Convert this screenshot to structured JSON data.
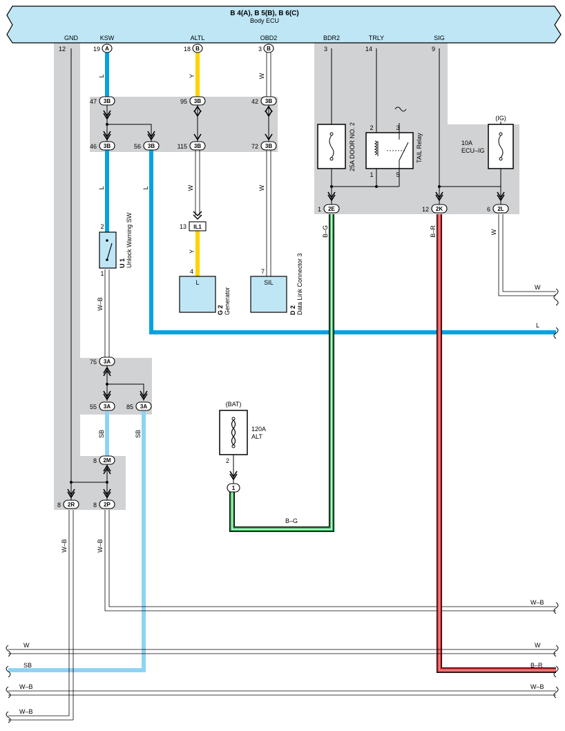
{
  "ecu": {
    "title": "B 4(A), B 5(B), B 6(C)",
    "subtitle": "Body ECU",
    "terminals": [
      "GND",
      "KSW",
      "ALTL",
      "OBD2",
      "BDR2",
      "TRLY",
      "SIG"
    ]
  },
  "pins": {
    "gnd_12": "12",
    "ksw_19": "19",
    "altl_18": "18",
    "obd2_3": "3",
    "bdr2_3": "3",
    "trly_14": "14",
    "sig_9": "9",
    "j3b_47": "47",
    "j3b_95": "95",
    "j3b_42": "42",
    "j3b_46": "46",
    "j3b_56": "56",
    "j3b_115": "115",
    "j3b_72": "72",
    "il1_13": "13",
    "gen_4": "4",
    "dlc_7": "7",
    "u1_2": "2",
    "u1_1": "1",
    "j3a_75": "75",
    "j3a_55": "55",
    "j3a_85": "85",
    "j2m_8": "8",
    "j2r_8": "8",
    "j2p_8": "8",
    "relay_2": "2",
    "relay_3": "3",
    "relay_1": "1",
    "relay_5": "5",
    "j2e_1": "1",
    "j2k_12": "12",
    "j2l_6": "6",
    "alt_2": "2"
  },
  "connectors": {
    "A": "A",
    "B": "B",
    "c3B": "3B",
    "c3A": "3A",
    "c2M": "2M",
    "c2R": "2R",
    "c2P": "2P",
    "c2E": "2E",
    "c2K": "2K",
    "c2L": "2L",
    "c1": "1",
    "IL1": "IL1"
  },
  "wire_colors": {
    "L": "L",
    "Y": "Y",
    "W": "W",
    "WB": "W–B",
    "SB": "SB",
    "BG": "B–G",
    "BR": "B–R"
  },
  "components": {
    "u1_code": "U 1",
    "u1_name": "Unlock Warning SW",
    "g2_code": "G 2",
    "g2_name": "Generator",
    "g2_terminal": "L",
    "d2_code": "D 2",
    "d2_name": "Data Link Connector 3",
    "d2_terminal": "SIL",
    "fuse_door": "25A DOOR NO. 2",
    "tail_relay": "TAIL Relay",
    "fuse_ecu_amp": "10A",
    "fuse_ecu_name": "ECU–IG",
    "ig_label": "(IG)",
    "bat_label": "(BAT)",
    "fuse_alt_amp": "120A",
    "fuse_alt_name": "ALT"
  },
  "colors": {
    "blue_L": "#00a3e0",
    "yellow_Y": "#ffd200",
    "skyblue_SB": "#8fd3f4",
    "red_R": "#e8383d",
    "green_G": "#2fa84f",
    "ecu_fill": "#bfe6f5",
    "shade": "#d1d2d4"
  }
}
